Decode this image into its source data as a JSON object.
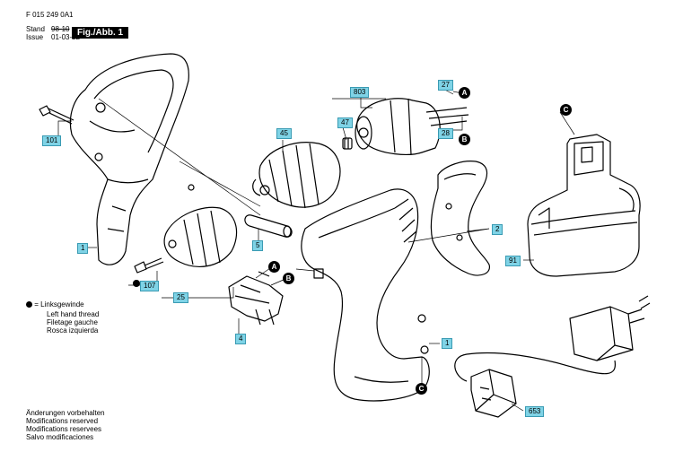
{
  "header": {
    "doc_number": "F 015 249 0A1",
    "stand_label": "Stand",
    "issue_label": "Issue",
    "old_date": "98-10",
    "date": "01-03-22",
    "figure_tag": "Fig./Abb. 1"
  },
  "part_labels": {
    "p101": "101",
    "p1a": "1",
    "p45": "45",
    "p803": "803",
    "p47": "47",
    "p27": "27",
    "p28": "28",
    "p5": "5",
    "p107": "107",
    "p25": "25",
    "p4": "4",
    "p2": "2",
    "p91": "91",
    "p1b": "1",
    "p653": "653"
  },
  "markers": {
    "a1": "A",
    "b1": "B",
    "a2": "A",
    "b2": "B",
    "c1": "C",
    "c2": "C"
  },
  "legend": {
    "symbol_eq": "=",
    "line1": "Linksgewinde",
    "line2": "Left hand thread",
    "line3": "Filetage gauche",
    "line4": "Rosca izquierda"
  },
  "footer": {
    "line1": "Änderungen vorbehalten",
    "line2": "Modifications reserved",
    "line3": "Modifications reservees",
    "line4": "Salvo modificaciones"
  },
  "colors": {
    "label_bg": "#7fd3e6",
    "ink": "#000000"
  }
}
